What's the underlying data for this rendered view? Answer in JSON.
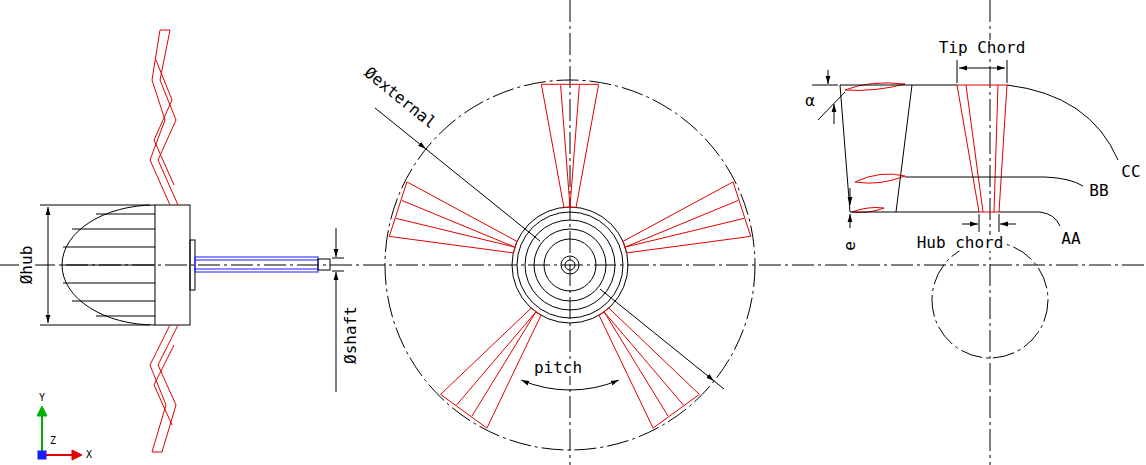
{
  "diagram": {
    "labels": [
      "Øexternal",
      "Tip Chord",
      "CC",
      "α",
      "BB",
      "e",
      "Hub chord",
      "AA",
      "Øhub",
      "Øshaft",
      "pitch",
      "Y",
      "Z",
      "X"
    ]
  }
}
